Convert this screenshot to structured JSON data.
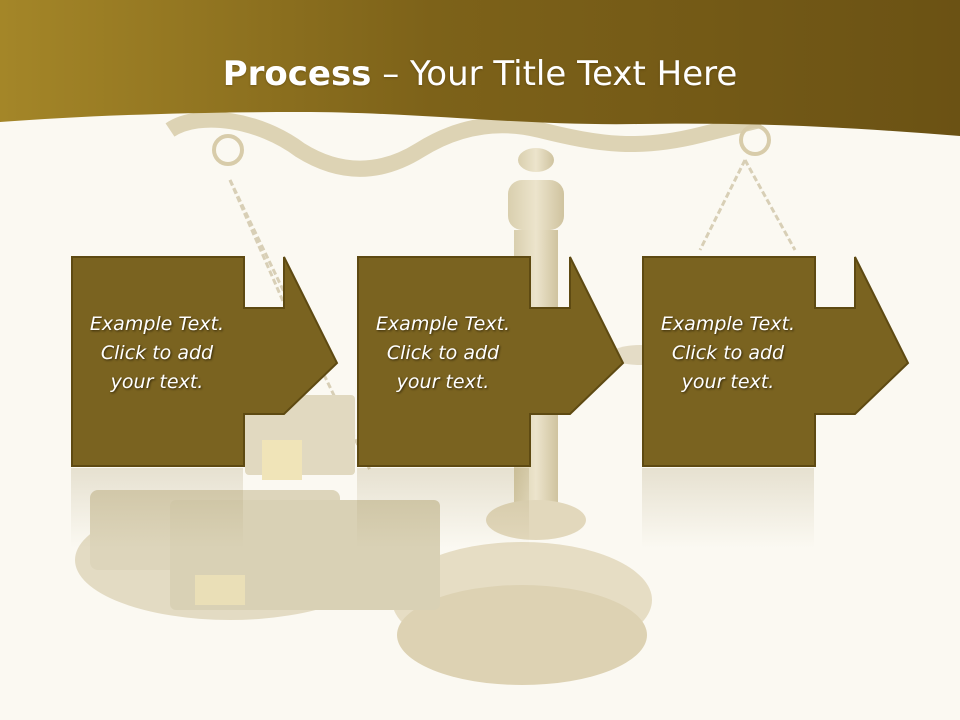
{
  "slide": {
    "title_bold": "Process",
    "title_rest": " – Your Title Text Here",
    "steps": [
      {
        "text": "Example Text.\nClick  to add\nyour text."
      },
      {
        "text": "Example Text.\nClick  to add\nyour text."
      },
      {
        "text": "Example Text.\nClick  to add\nyour text."
      }
    ]
  },
  "colors": {
    "header_dark": "#6b5416",
    "header_light": "#a88a2c",
    "box_fill": "#7a6320",
    "box_border": "#5e4a12",
    "background": "#fbf9f2"
  }
}
